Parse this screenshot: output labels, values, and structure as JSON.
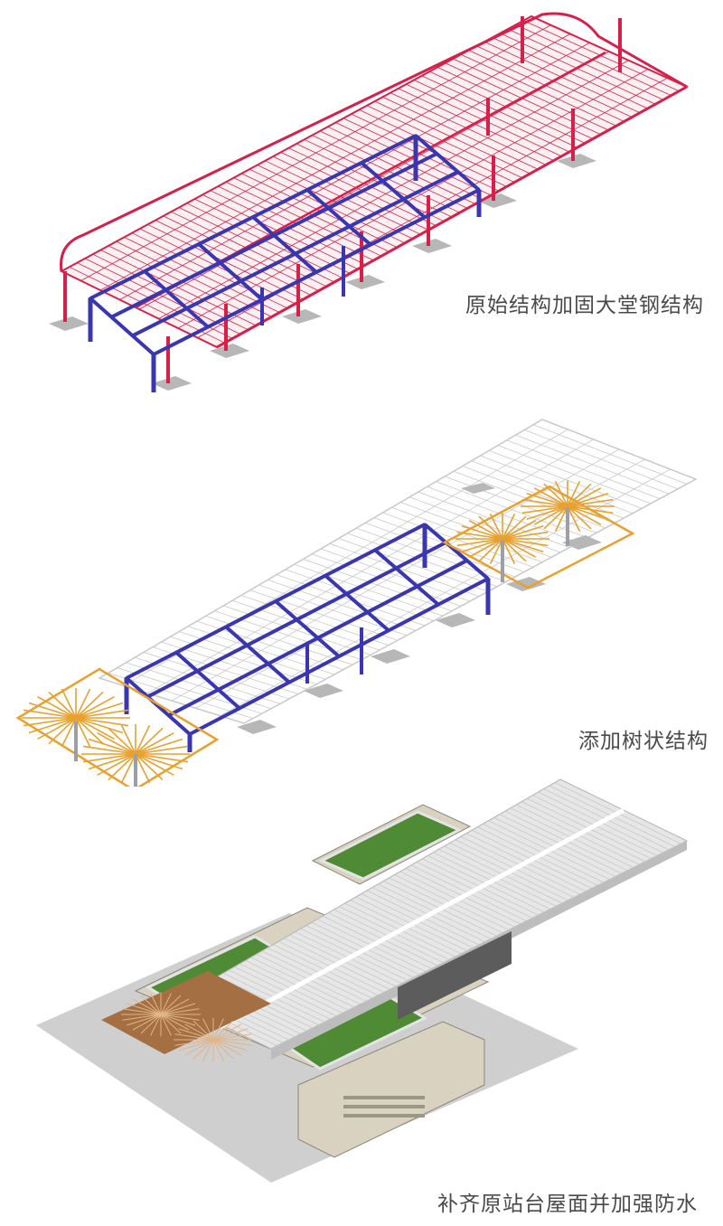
{
  "diagram": {
    "panels": [
      {
        "id": "steel-reinforcement",
        "caption": "原始结构加固大堂钢结构"
      },
      {
        "id": "tree-structure",
        "caption": "添加树状结构"
      },
      {
        "id": "roof-waterproofing",
        "caption": "补齐原站台屋面并加强防水"
      }
    ]
  },
  "colors": {
    "original_steel": "#d6204a",
    "lobby_steel": "#3a36b0",
    "tree_structure": "#e8a12e",
    "ghost_structure": "#c9c9c9",
    "footing": "#b7b7b7",
    "green_roof": "#4f8a35",
    "roof_metal": "#e6e6e6",
    "paving": "#cfcfcf",
    "tree_canopy_surface": "#a36f43",
    "caption_text": "#4a4a4a"
  }
}
